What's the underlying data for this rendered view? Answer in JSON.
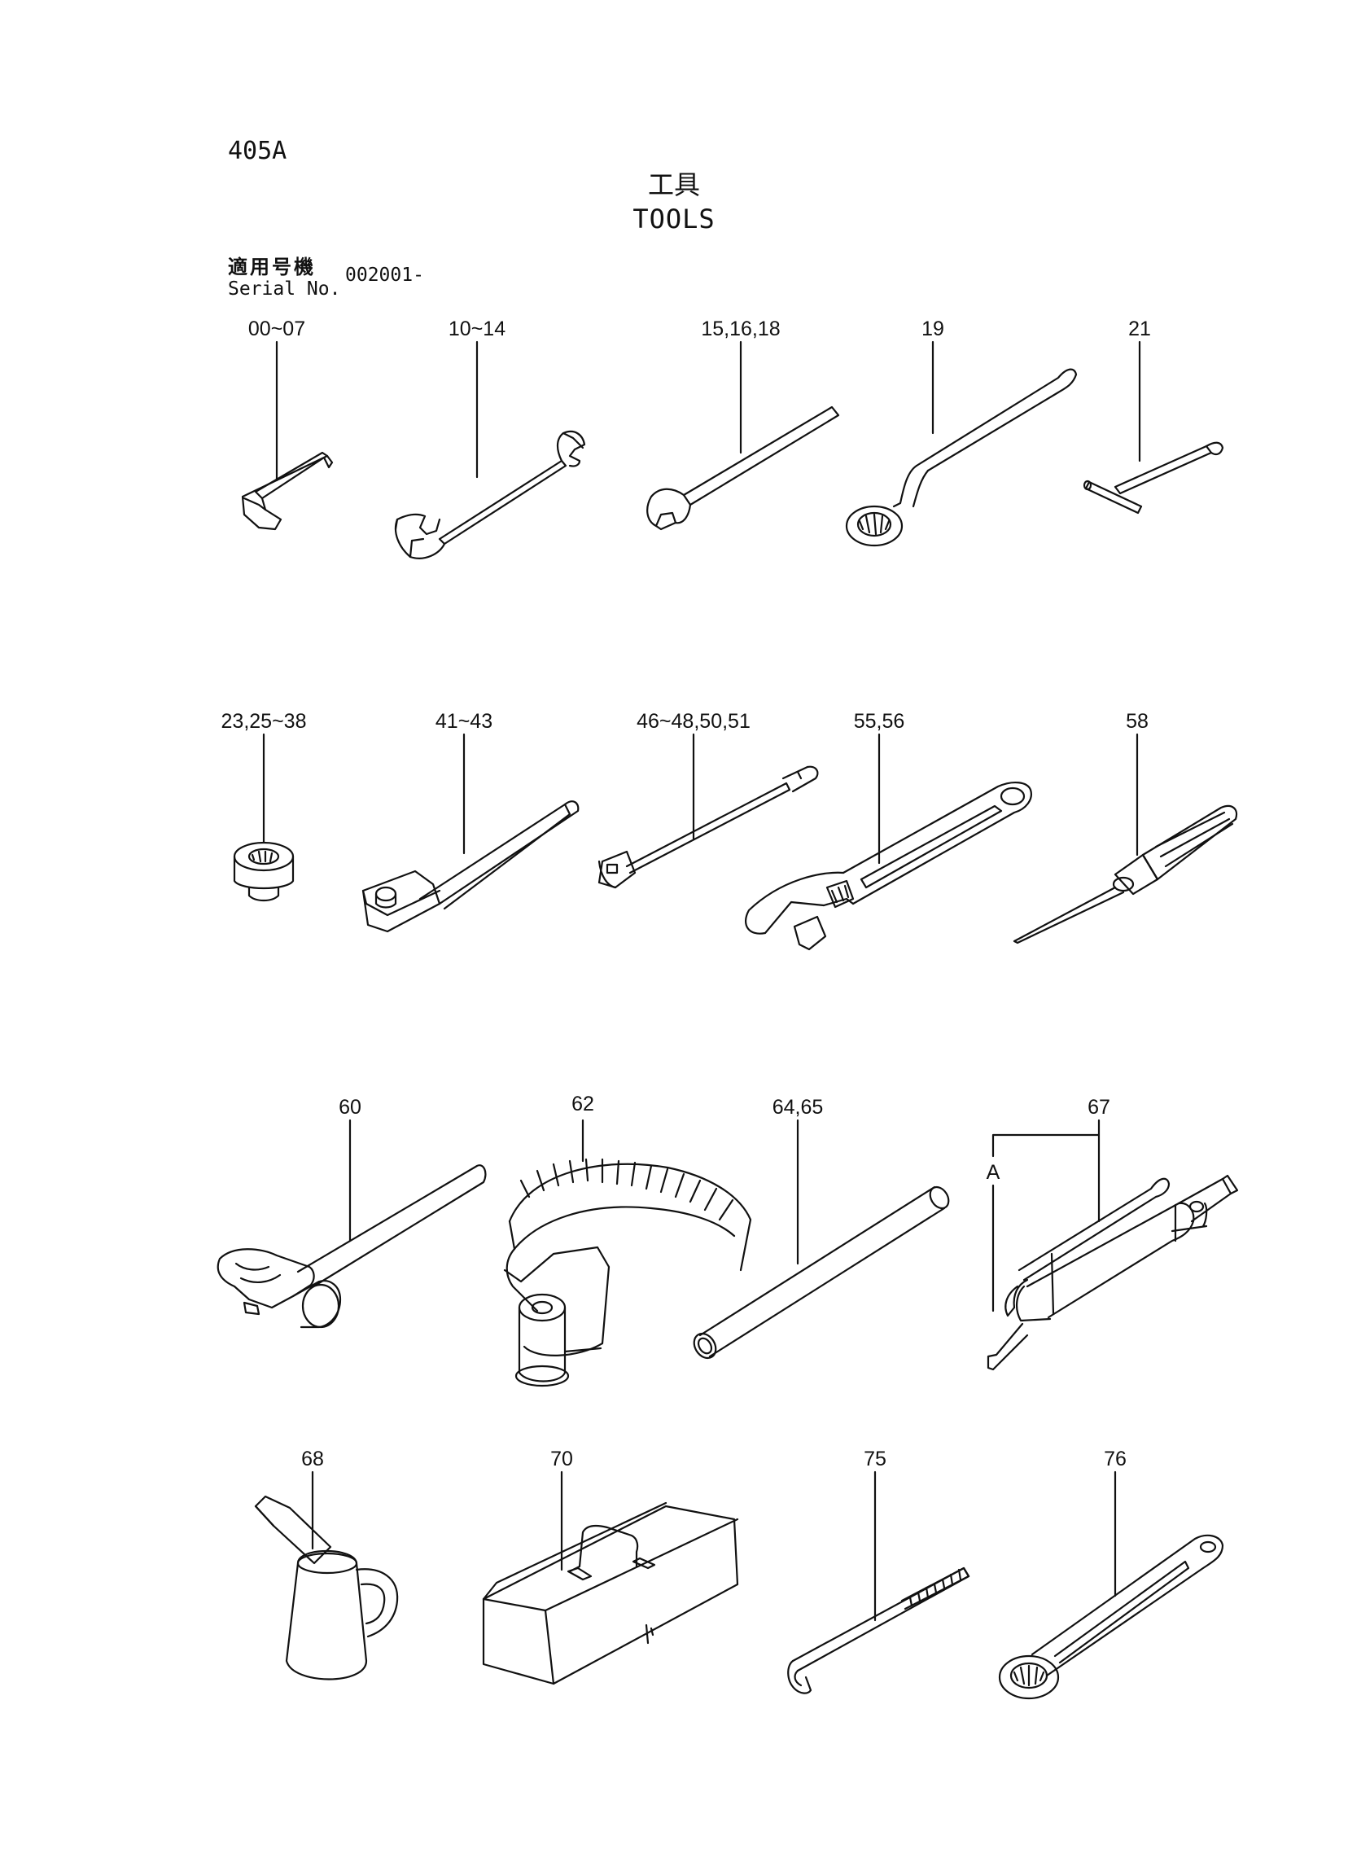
{
  "page_number": "405A",
  "title_ja": "工具",
  "title_en": "TOOLS",
  "serial": {
    "label_ja": "適用号機",
    "label_en": "Serial No.",
    "value": "002001-"
  },
  "callouts": [
    {
      "label": "00~07",
      "icon": "hex-key-icon"
    },
    {
      "label": "10~14",
      "icon": "double-open-wrench-icon"
    },
    {
      "label": "15,16,18",
      "icon": "single-open-wrench-icon"
    },
    {
      "label": "19",
      "icon": "offset-ring-wrench-icon"
    },
    {
      "label": "21",
      "icon": "t-handle-socket-wrench-icon"
    },
    {
      "label": "23,25~38",
      "icon": "socket-icon"
    },
    {
      "label": "41~43",
      "icon": "ratchet-handle-icon"
    },
    {
      "label": "46~48,50,51",
      "icon": "extension-bar-icon"
    },
    {
      "label": "55,56",
      "icon": "adjustable-wrench-icon"
    },
    {
      "label": "58",
      "icon": "screwdriver-icon"
    },
    {
      "label": "60",
      "icon": "hammer-icon"
    },
    {
      "label": "62",
      "icon": "filter-wrench-icon"
    },
    {
      "label": "64,65",
      "icon": "pipe-icon"
    },
    {
      "label": "67",
      "icon": "grease-gun-icon"
    },
    {
      "label": "A",
      "icon": ""
    },
    {
      "label": "68",
      "icon": "oil-can-icon"
    },
    {
      "label": "70",
      "icon": "tool-box-icon"
    },
    {
      "label": "75",
      "icon": "bent-rod-icon"
    },
    {
      "label": "76",
      "icon": "ring-wrench-icon"
    }
  ]
}
